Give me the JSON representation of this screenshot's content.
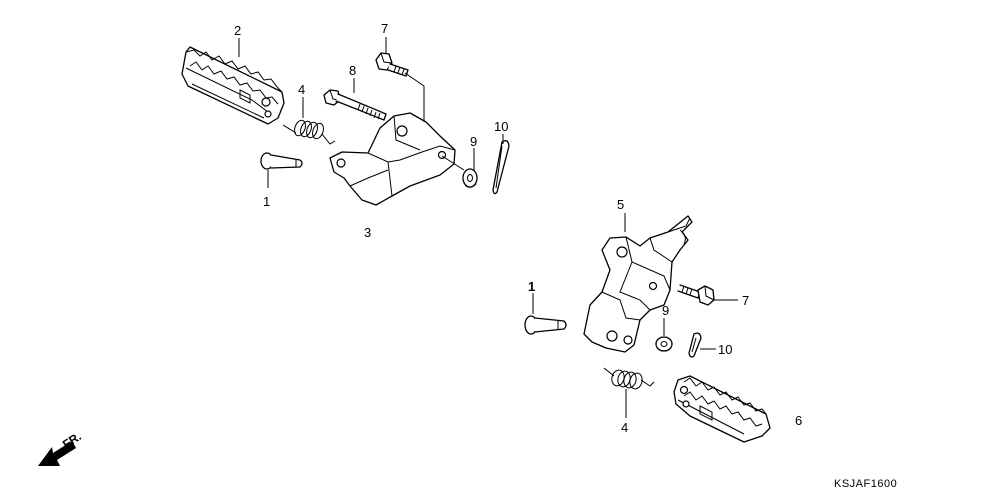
{
  "callouts": {
    "left_1": "1",
    "left_2": "2",
    "left_3": "3",
    "left_4": "4",
    "left_7": "7",
    "left_8": "8",
    "left_9": "9",
    "left_10": "10",
    "right_1": "1",
    "right_4": "4",
    "right_5": "5",
    "right_6": "6",
    "right_7": "7",
    "right_9": "9",
    "right_10": "10"
  },
  "direction_label": "FR.",
  "diagram_code": "KSJAF1600"
}
